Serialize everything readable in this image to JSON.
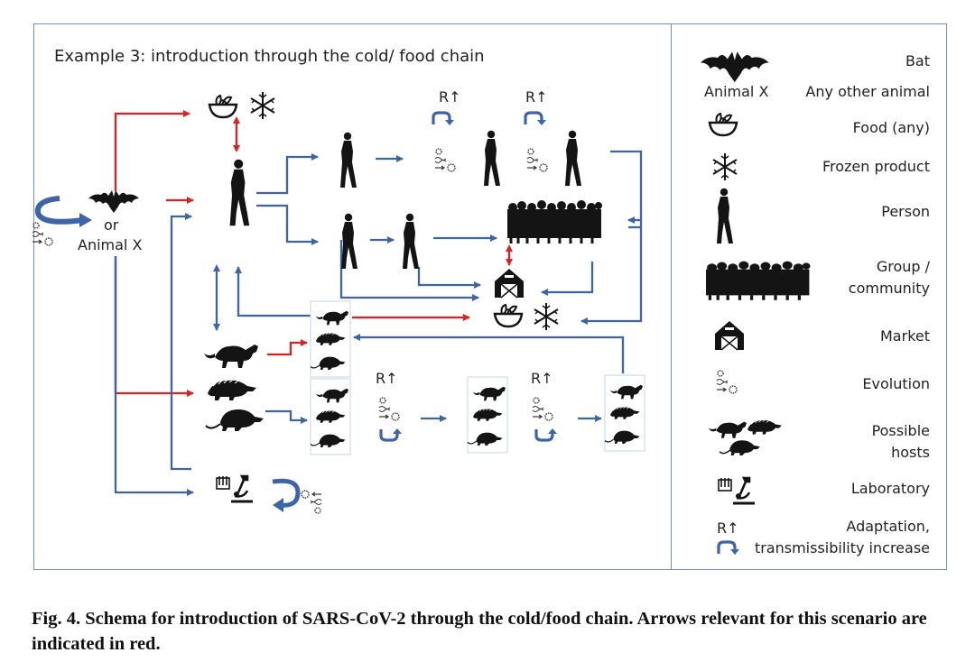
{
  "diagram": {
    "title": "Example 3: introduction through the cold/ food chain",
    "source_or": "or",
    "source_animal": "Animal X",
    "adaptation_mark": "R↑"
  },
  "legend": {
    "bat": "Bat",
    "animal_x_icon": "Animal X",
    "animal_x": "Any other animal",
    "food": "Food (any)",
    "frozen": "Frozen product",
    "person": "Person",
    "group_line1": "Group /",
    "group_line2": "community",
    "market": "Market",
    "evolution": "Evolution",
    "hosts_line1": "Possible",
    "hosts_line2": "hosts",
    "laboratory": "Laboratory",
    "adaptation_mark": "R↑",
    "adaptation_line1": "Adaptation,",
    "adaptation_line2": "transmissibility increase"
  },
  "caption": "Fig. 4. Schema for introduction of SARS-CoV-2 through the cold/food chain. Arrows relevant for this scenario are indicated in red.",
  "colors": {
    "red_arrow": "#e02020",
    "blue_arrow": "#3d64a8",
    "frame": "#6d8fc4",
    "silhouette": "#141414"
  }
}
